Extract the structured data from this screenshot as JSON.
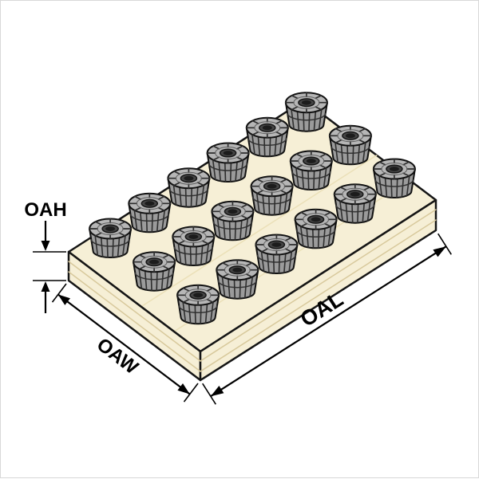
{
  "diagram": {
    "title": "collet-set-on-wood-tray-dimension-diagram",
    "labels": {
      "height": "OAH",
      "width": "OAW",
      "length": "OAL"
    },
    "board": {
      "rows": 3,
      "cols": 6,
      "collet_count": 18
    },
    "colors": {
      "background": "#FFFFFF",
      "board_top": "#F6EFD6",
      "board_left": "#EFE5BF",
      "board_right": "#F2E9C6",
      "grain": "#D8C99C",
      "grain_top": "#EBE0B8",
      "collet_top": "#B6B6B6",
      "collet_body": "#9B9B9B",
      "collet_hole": "#454545",
      "outline": "#111111",
      "dimension": "#000000"
    }
  }
}
